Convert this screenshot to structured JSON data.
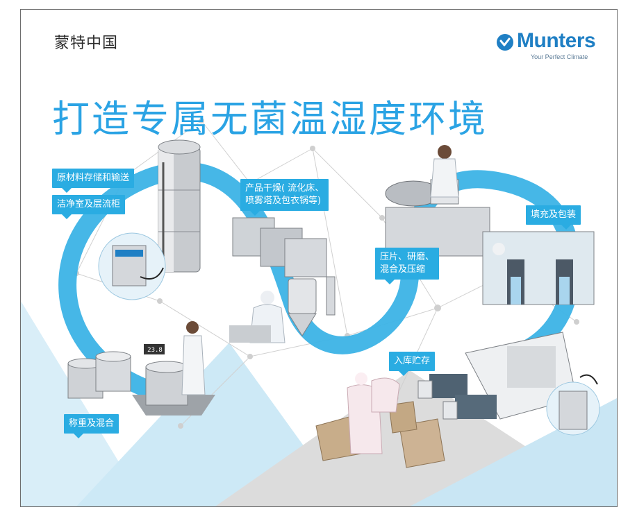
{
  "company_name": "蒙特中国",
  "logo": {
    "name": "Munters",
    "tagline": "Your Perfect Climate",
    "icon": "munters-heart-check-icon",
    "brand_color": "#1f7fc4"
  },
  "headline": "打造专属无菌温湿度环境",
  "callouts": {
    "raw_material": "原材料存储和输送",
    "clean_room": "洁净室及层流柜",
    "drying_line1": "产品干燥( 流化床、",
    "drying_line2": "喷雾塔及包衣锅等)",
    "tablet_line1": "压片、研磨、",
    "tablet_line2": "混合及压缩",
    "filling": "填充及包装",
    "warehouse": "入库贮存",
    "weighing": "称重及混合"
  },
  "scale_display": "23.8",
  "colors": {
    "accent": "#2aa3e4",
    "callout_bg": "#2aace2",
    "flow_ribbon": "#3cb3e6",
    "light_blue": "#bfe3f3"
  }
}
